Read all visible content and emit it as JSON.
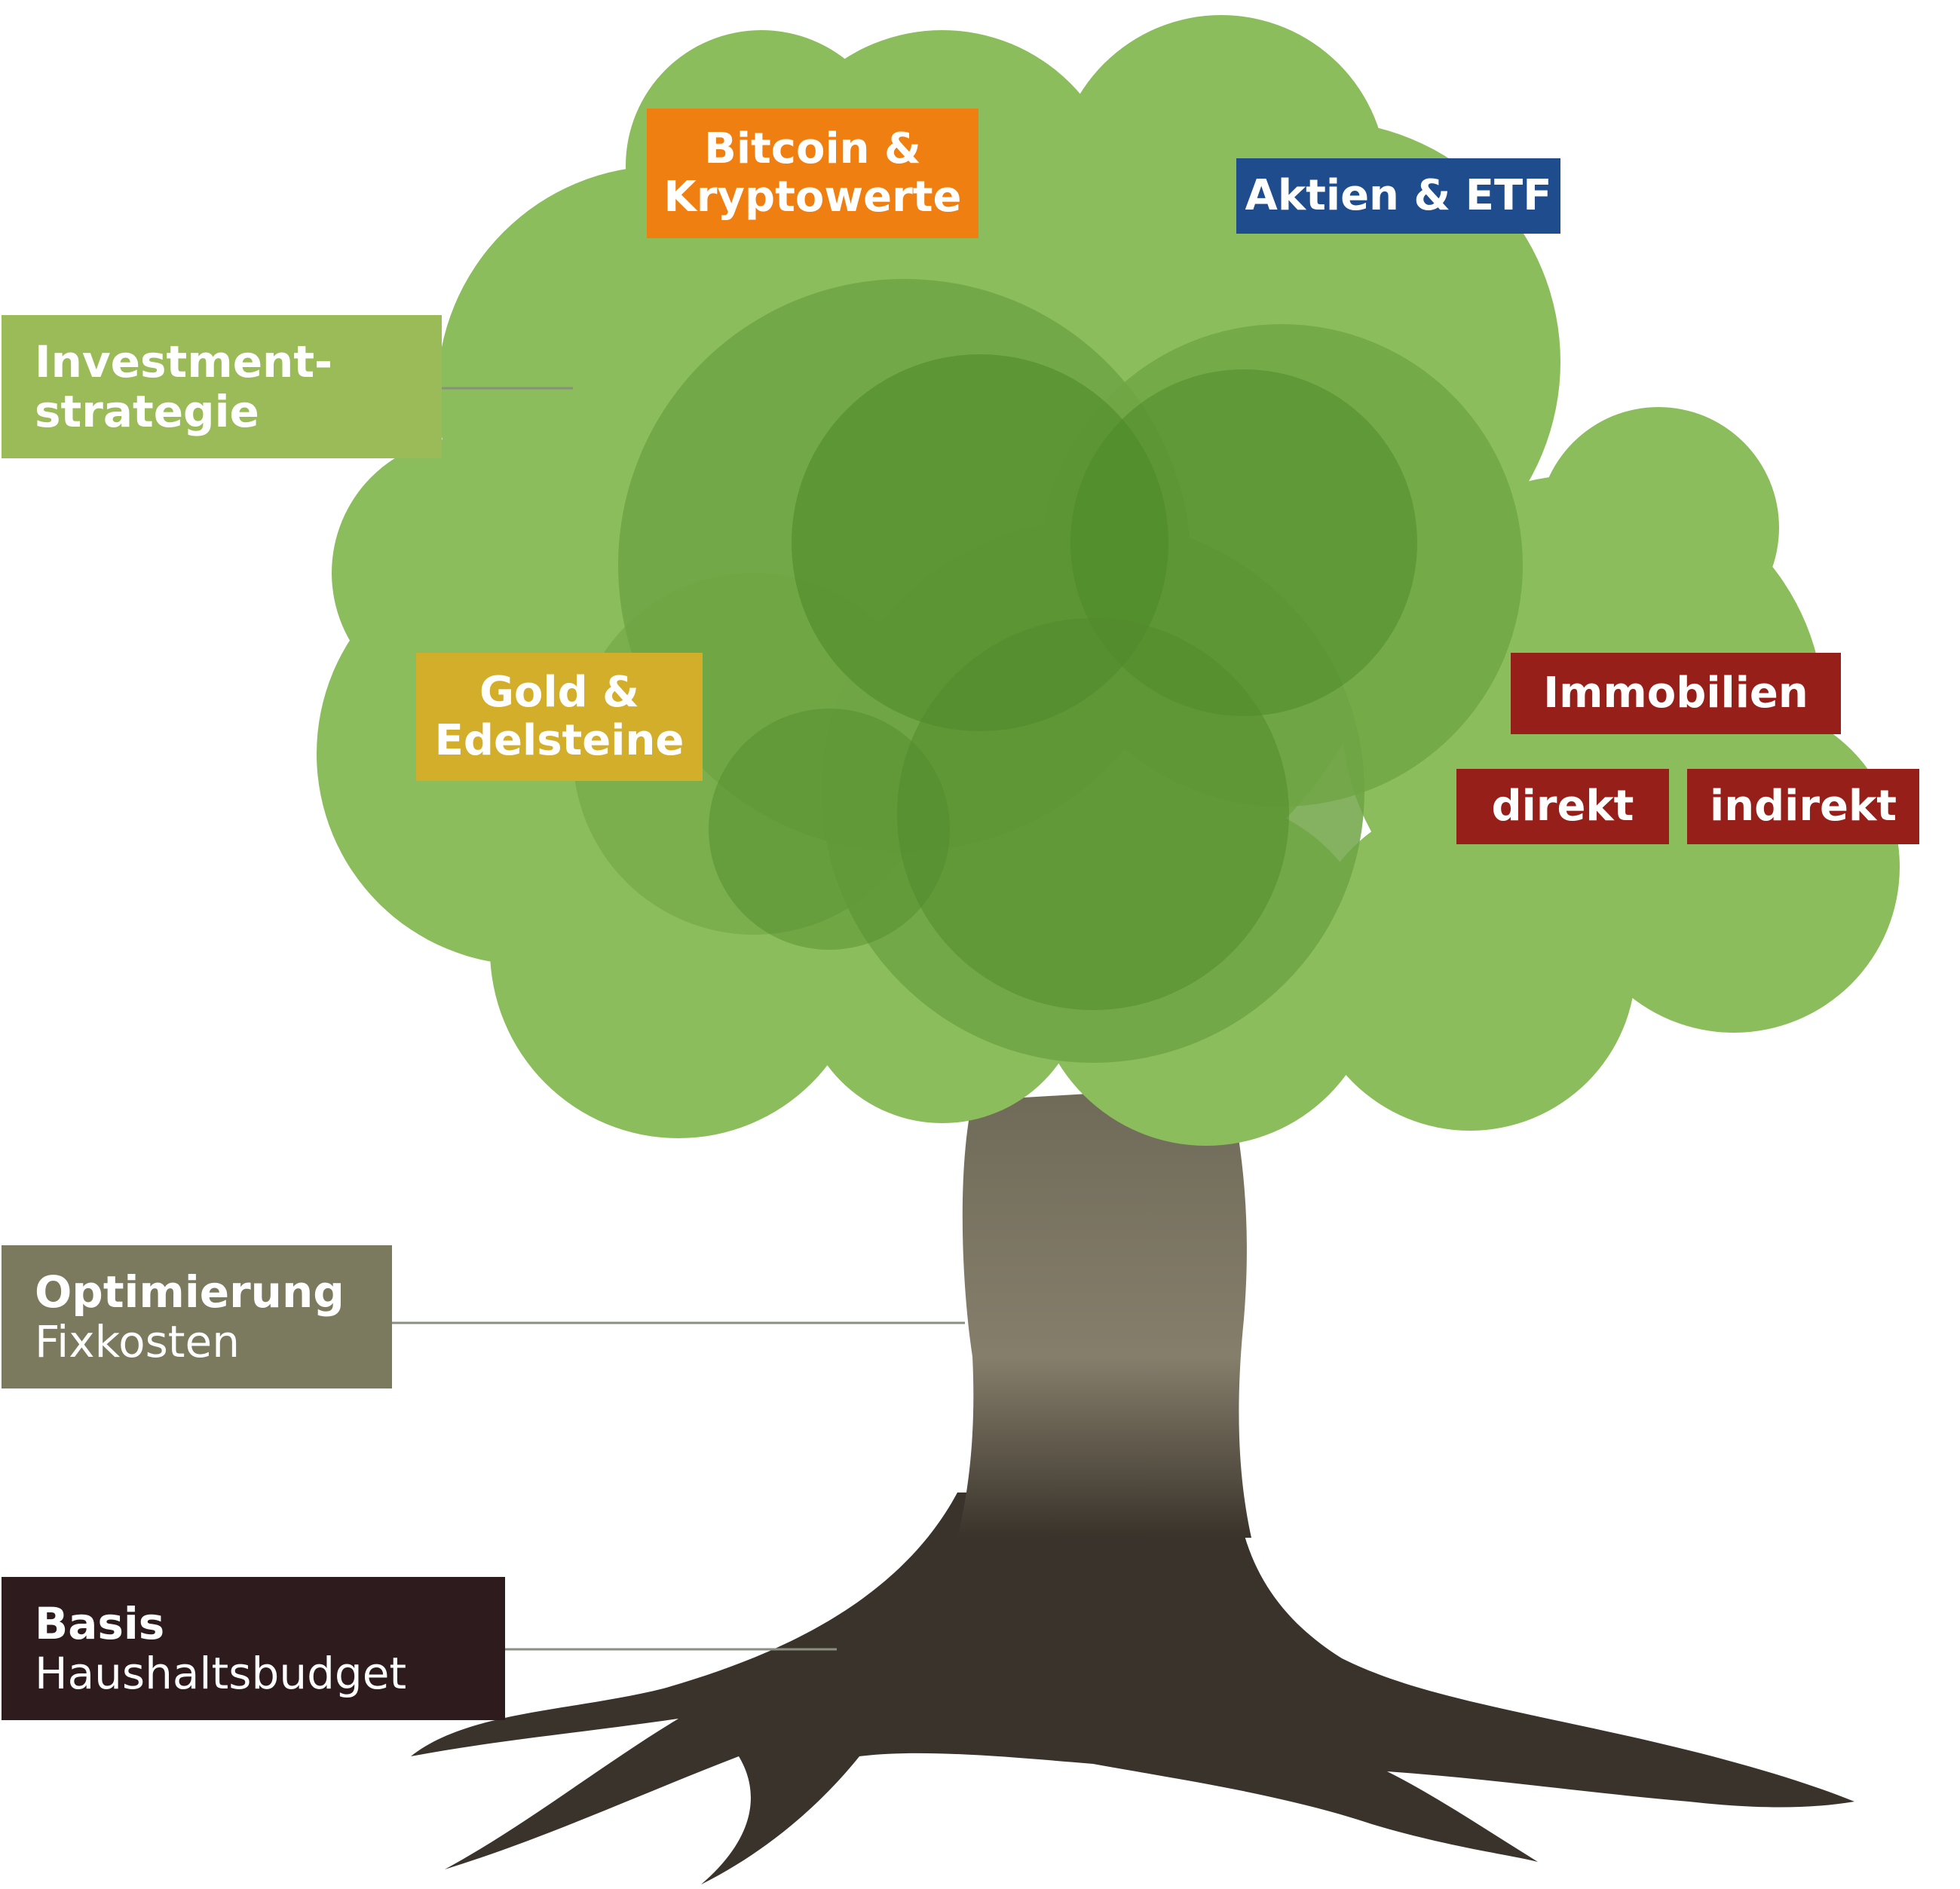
{
  "labels": {
    "investment": {
      "line1": "Investment-",
      "line2": "strategie",
      "color": "#9bbb59"
    },
    "optimierung": {
      "line1": "Optimierung",
      "line2": "Fixkosten",
      "color": "#7b7a5e"
    },
    "basis": {
      "line1": "Basis",
      "line2": "Haushaltsbudget",
      "color": "#2e1b1e"
    },
    "bitcoin": {
      "line1": "Bitcoin &",
      "line2": "Kryptowerte",
      "color": "#f07f11"
    },
    "aktien": {
      "text": "Aktien & ETF",
      "color": "#1e4c8d"
    },
    "gold": {
      "line1": "Gold &",
      "line2": "Edelsteine",
      "color": "#d3ae2b"
    },
    "immobilien": {
      "text": "Immobilien",
      "color": "#962019"
    },
    "direkt": {
      "text": "direkt",
      "color": "#962019"
    },
    "indirekt": {
      "text": "indirekt",
      "color": "#962019"
    }
  },
  "colors": {
    "canopy_light": "#8cbd5c",
    "canopy_mid": "#6fa544",
    "canopy_dark": "#4f8a2a",
    "trunk": "#7d7766",
    "roots": "#3a332b",
    "connector": "#8a8f80"
  }
}
